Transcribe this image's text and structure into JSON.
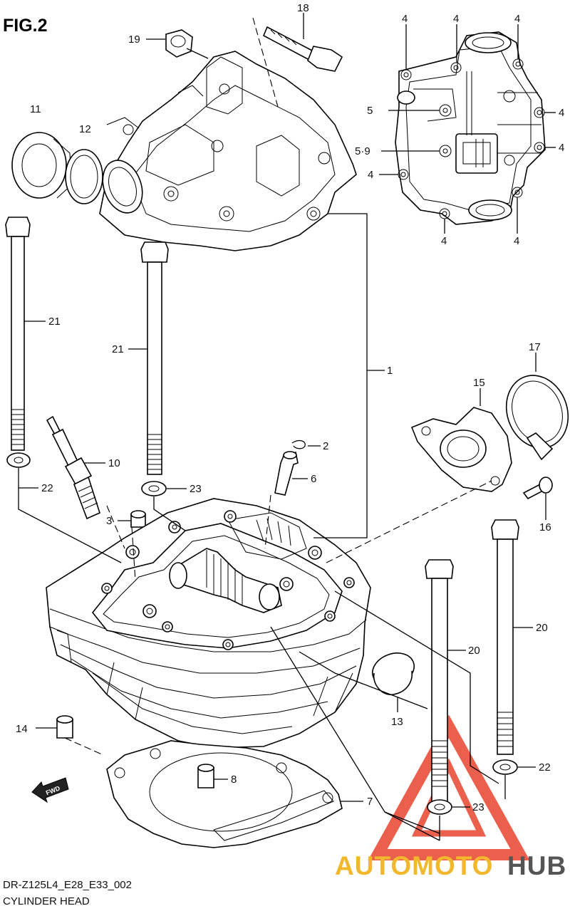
{
  "figure": {
    "title": "FIG.2"
  },
  "captions": {
    "model_code": "DR-Z125L4_E28_E33_002",
    "section_name": "CYLINDER HEAD"
  },
  "fwd_label": "FWD",
  "callouts": {
    "c1": "1",
    "c2": "2",
    "c3": "3",
    "c6": "6",
    "c7": "7",
    "c8": "8",
    "c10": "10",
    "c11": "11",
    "c12": "12",
    "c13": "13",
    "c14": "14",
    "c15": "15",
    "c16": "16",
    "c17": "17",
    "c18": "18",
    "c19": "19",
    "c20a": "20",
    "c20b": "20",
    "c21a": "21",
    "c21b": "21",
    "c22a": "22",
    "c22b": "22",
    "c23a": "23",
    "c23b": "23",
    "c4a": "4",
    "c4b": "4",
    "c4c": "4",
    "c4d": "4",
    "c4e": "4",
    "c4f": "4",
    "c4g": "4",
    "c4h": "4",
    "c5": "5",
    "c59": "5·9"
  },
  "watermark": {
    "auto": "AUTOMOTO",
    "hub": "HUB",
    "colors": {
      "red": "#e8442f",
      "yellow": "#f2b82d",
      "gray": "#555555"
    }
  }
}
